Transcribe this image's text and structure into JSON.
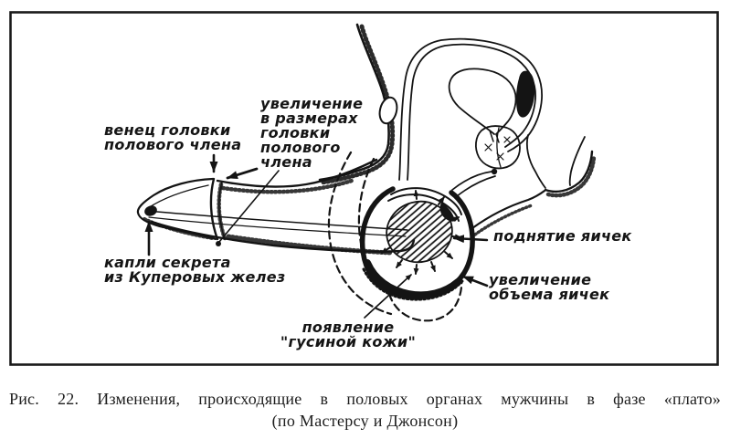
{
  "figure": {
    "kind": "book-figure-anatomical-diagram",
    "ink_color": "#141414",
    "paper_color": "#ffffff",
    "labels": {
      "corona": "венец головки\nполового члена",
      "glans_increase": "увеличение\nв размерах\nголовки\nполового\nчлена",
      "cowper": "капли секрета\nиз Куперовых желез",
      "testes_elevation": "поднятие яичек",
      "testes_volume": "увеличение\nобъема яичек",
      "goose_skin": "появление\n\"гусиной кожи\""
    },
    "caption_line1": "Рис. 22. Изменения, происходящие в половых органах мужчины в фазе «плато»",
    "caption_line2": "(по Мастерсу и Джонсон)"
  }
}
